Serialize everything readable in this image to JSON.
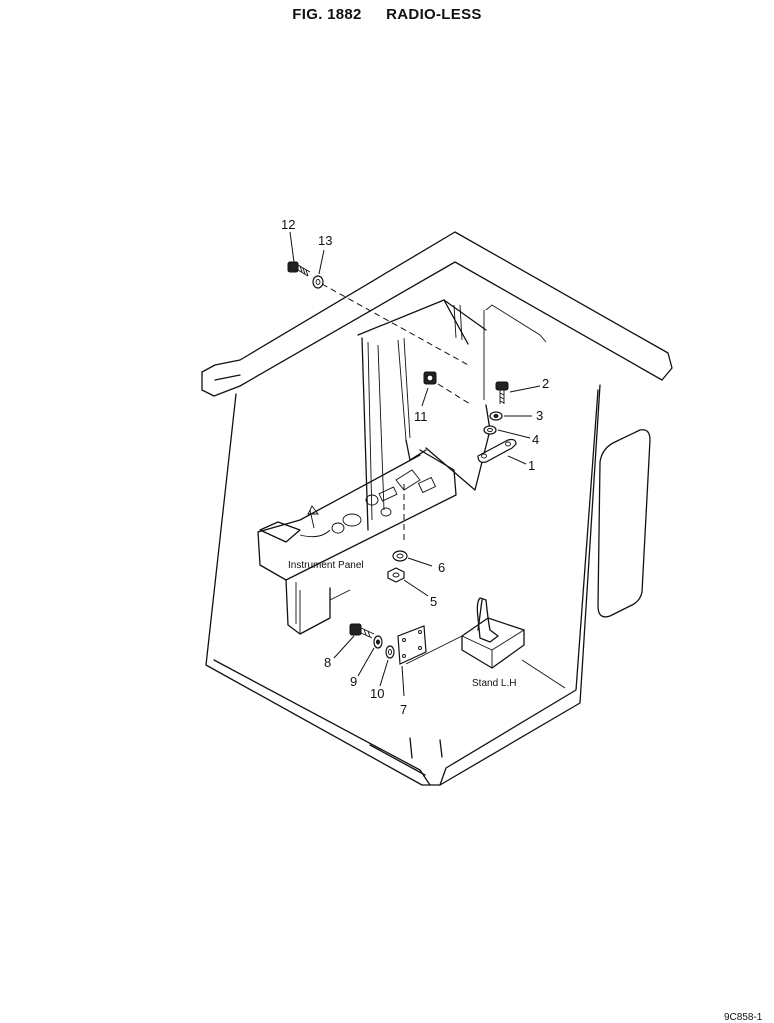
{
  "header": {
    "fig_number": "FIG. 1882",
    "fig_title": "RADIO-LESS"
  },
  "callouts": [
    "1",
    "2",
    "3",
    "4",
    "5",
    "6",
    "7",
    "8",
    "9",
    "10",
    "11",
    "12",
    "13"
  ],
  "labels": {
    "instrument_panel": "Instrument Panel",
    "stand_lh": "Stand L.H"
  },
  "footer": {
    "drawing_code": "9C858-1"
  }
}
